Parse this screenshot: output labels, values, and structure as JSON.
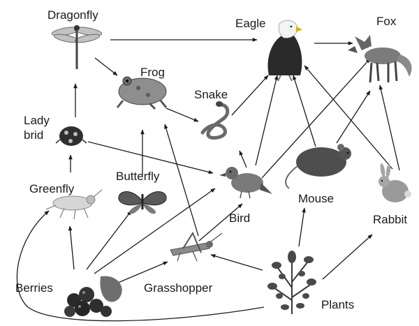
{
  "organisms": [
    {
      "id": "dragonfly",
      "label": "Dragonfly",
      "icon": "dragonfly-icon"
    },
    {
      "id": "eagle",
      "label": "Eagle",
      "icon": "eagle-icon"
    },
    {
      "id": "fox",
      "label": "Fox",
      "icon": "fox-icon"
    },
    {
      "id": "frog",
      "label": "Frog",
      "icon": "frog-icon"
    },
    {
      "id": "snake",
      "label": "Snake",
      "icon": "snake-icon"
    },
    {
      "id": "ladybird",
      "label_lines": [
        "Lady",
        "brid"
      ],
      "icon": "ladybird-icon"
    },
    {
      "id": "greenfly",
      "label": "Greenfly",
      "icon": "greenfly-icon"
    },
    {
      "id": "butterfly",
      "label": "Butterfly",
      "icon": "butterfly-icon"
    },
    {
      "id": "bird",
      "label": "Bird",
      "icon": "bird-icon"
    },
    {
      "id": "mouse",
      "label": "Mouse",
      "icon": "mouse-icon"
    },
    {
      "id": "rabbit",
      "label": "Rabbit",
      "icon": "rabbit-icon"
    },
    {
      "id": "berries",
      "label": "Berries",
      "icon": "berries-icon"
    },
    {
      "id": "grasshopper",
      "label": "Grasshopper",
      "icon": "grasshopper-icon"
    },
    {
      "id": "plants",
      "label": "Plants",
      "icon": "plants-icon"
    }
  ],
  "links": [
    {
      "from": "dragonfly",
      "to": "eagle"
    },
    {
      "from": "dragonfly",
      "to": "frog"
    },
    {
      "from": "eagle",
      "to": "fox"
    },
    {
      "from": "frog",
      "to": "snake"
    },
    {
      "from": "snake",
      "to": "eagle"
    },
    {
      "from": "ladybird",
      "to": "dragonfly"
    },
    {
      "from": "ladybird",
      "to": "bird"
    },
    {
      "from": "greenfly",
      "to": "ladybird"
    },
    {
      "from": "butterfly",
      "to": "frog"
    },
    {
      "from": "bird",
      "to": "snake"
    },
    {
      "from": "bird",
      "to": "eagle"
    },
    {
      "from": "bird",
      "to": "fox"
    },
    {
      "from": "mouse",
      "to": "eagle"
    },
    {
      "from": "mouse",
      "to": "fox"
    },
    {
      "from": "rabbit",
      "to": "eagle"
    },
    {
      "from": "rabbit",
      "to": "fox"
    },
    {
      "from": "berries",
      "to": "greenfly"
    },
    {
      "from": "berries",
      "to": "butterfly"
    },
    {
      "from": "berries",
      "to": "bird"
    },
    {
      "from": "berries",
      "to": "grasshopper"
    },
    {
      "from": "grasshopper",
      "to": "frog"
    },
    {
      "from": "grasshopper",
      "to": "bird"
    },
    {
      "from": "plants",
      "to": "grasshopper"
    },
    {
      "from": "plants",
      "to": "mouse"
    },
    {
      "from": "plants",
      "to": "rabbit"
    },
    {
      "from": "plants",
      "to": "greenfly"
    }
  ]
}
